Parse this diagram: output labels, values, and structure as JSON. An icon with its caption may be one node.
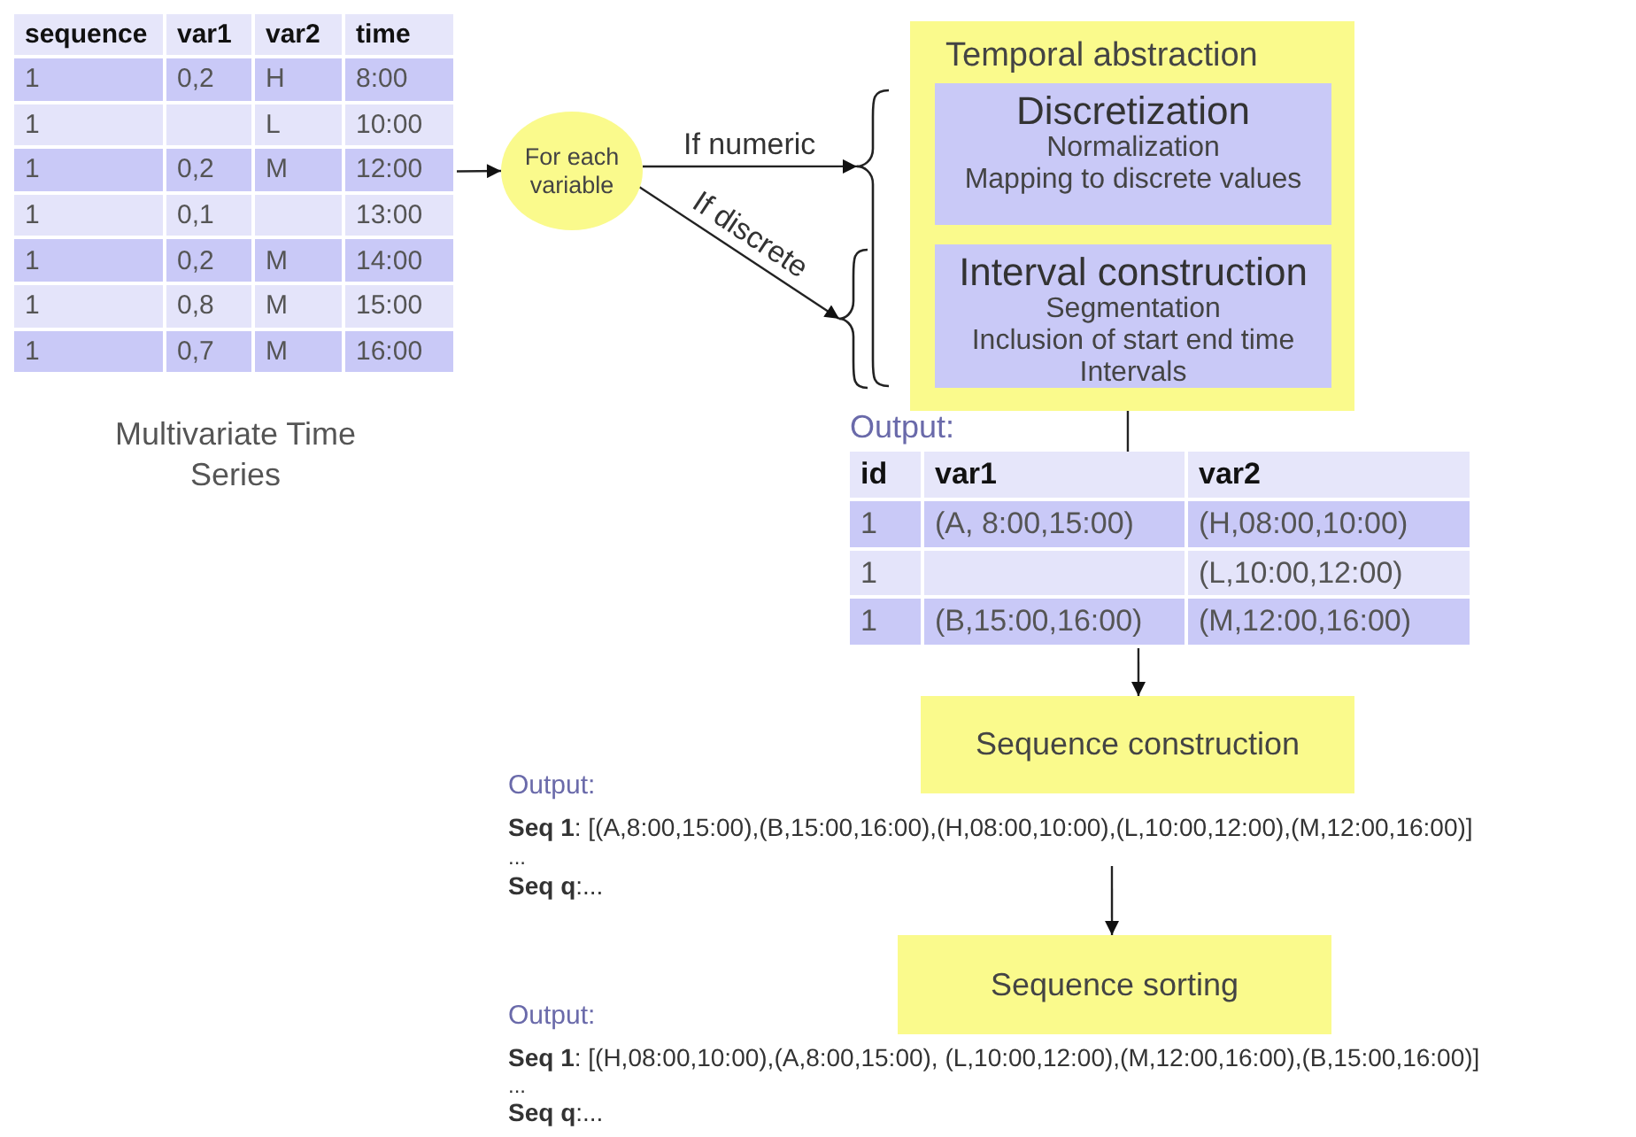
{
  "diagram": {
    "nodes": [
      {
        "text": [
          "sequence",
          "var1",
          "var2",
          "time",
          "1",
          "0,2",
          "H",
          "8:00",
          "1",
          "L",
          "10:00",
          "1",
          "0,2",
          "M",
          "12:00",
          "1",
          "0,1",
          "13:00",
          "1",
          "0,2",
          "M",
          "14:00",
          "1",
          "0,8",
          "M",
          "15:00",
          "1",
          "0,7",
          "M",
          "16:00"
        ],
        "beside": [
          "Multivariate Time Series"
        ]
      },
      {
        "text": [
          "For each variable"
        ]
      },
      {
        "text": [],
        "shape": "brace"
      },
      {
        "text": [],
        "shape": "brace"
      },
      {
        "text": [
          "Temporal abstraction"
        ]
      },
      {
        "text": [
          "Discretization",
          "Normalization",
          "Mapping to discrete values"
        ],
        "in": 4
      },
      {
        "text": [
          "Interval construction",
          "Segmentation",
          "Inclusion of start end time",
          "Intervals"
        ],
        "in": 4
      },
      {
        "text": [
          "id",
          "var1",
          "var2",
          "1",
          "(A, 8:00,15:00)",
          "(H,08:00,10:00)",
          "1",
          "(L,10:00,12:00)",
          "1",
          "(B,15:00,16:00)",
          "(M,12:00,16:00)"
        ]
      },
      {
        "text": [
          "Sequence construction"
        ]
      },
      {
        "text": [
          "Sequence sorting"
        ]
      }
    ],
    "edges": [
      {
        "from": 0,
        "to": 1,
        "arrow": "to"
      },
      {
        "from": 1,
        "to": 2,
        "arrow": "to",
        "label": "If numeric"
      },
      {
        "from": 1,
        "to": 3,
        "arrow": "to",
        "label": "If discrete"
      },
      {
        "from": 4,
        "to": 7,
        "arrow": "none"
      },
      {
        "from": 7,
        "to": 8,
        "arrow": "to"
      },
      {
        "from": null,
        "to": 9,
        "arrow": "to"
      }
    ],
    "labels": [
      "Output:",
      "Output:",
      "**Seq 1**: [(A,8:00,15:00),(B,15:00,16:00),(H,08:00,10:00),(L,10:00,12:00),(M,12:00,16:00)]",
      "...",
      "**Seq q**:...",
      "Output:",
      "**Seq 1**: [(H,08:00,10:00),(A,8:00,15:00), (L,10:00,12:00),(M,12:00,16:00),(B,15:00,16:00)]",
      "...",
      "**Seq q**:..."
    ]
  }
}
